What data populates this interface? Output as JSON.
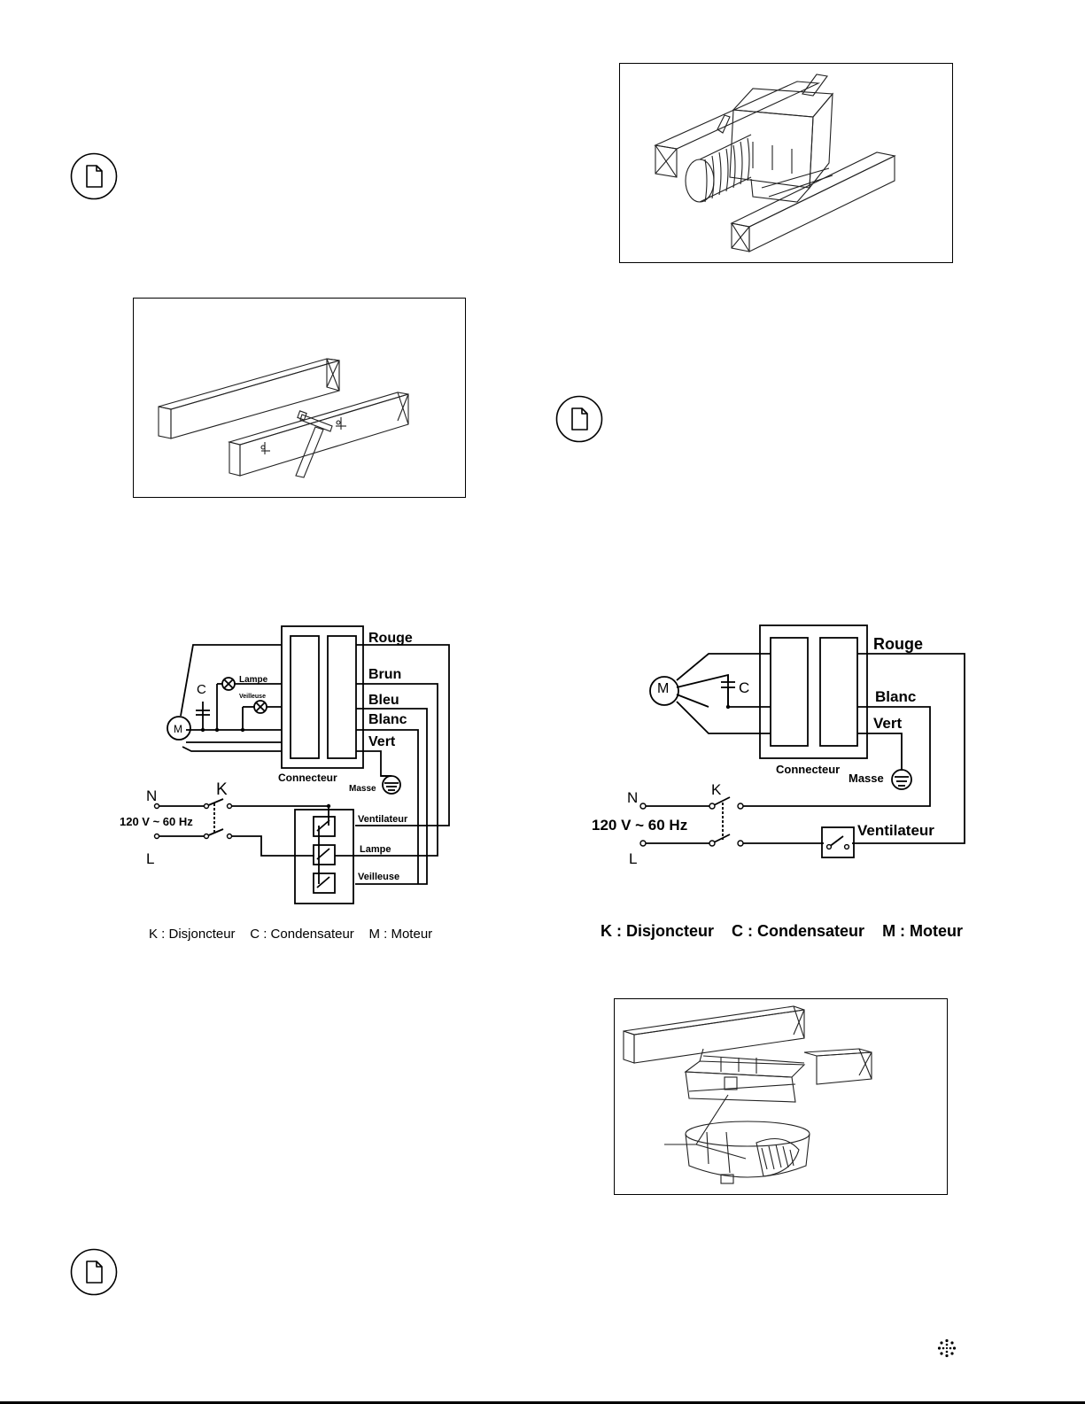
{
  "left_diagram": {
    "wires": [
      "Rouge",
      "Brun",
      "Bleu",
      "Blanc",
      "Vert"
    ],
    "capacitor": "C",
    "motor": "M",
    "lamp": "Lampe",
    "night_light": "Veilleuse",
    "connector": "Connecteur",
    "ground": "Masse",
    "neutral": "N",
    "line": "L",
    "breaker": "K",
    "voltage": "120 V ~ 60 Hz",
    "switches": [
      "Ventilateur",
      "Lampe",
      "Veilleuse"
    ]
  },
  "left_legend": {
    "k": "K : Disjoncteur",
    "c": "C : Condensateur",
    "m": "M : Moteur"
  },
  "right_diagram": {
    "wires": [
      "Rouge",
      "Blanc",
      "Vert"
    ],
    "capacitor": "C",
    "motor": "M",
    "connector": "Connecteur",
    "ground": "Masse",
    "neutral": "N",
    "line": "L",
    "breaker": "K",
    "voltage": "120 V ~ 60 Hz",
    "switch": "Ventilateur"
  },
  "right_legend": {
    "k": "K : Disjoncteur",
    "c": "C : Condensateur",
    "m": "M : Moteur"
  }
}
